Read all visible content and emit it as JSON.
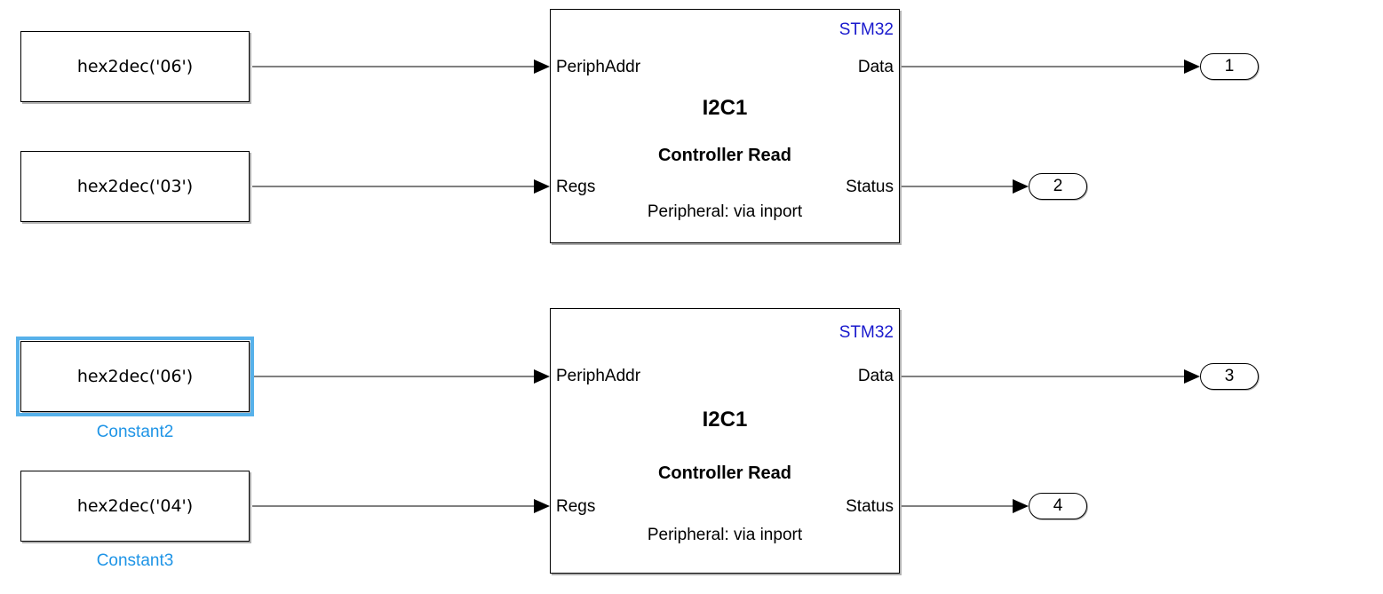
{
  "constants": [
    {
      "value": "hex2dec('06')",
      "name": "",
      "selected": false
    },
    {
      "value": "hex2dec('03')",
      "name": "",
      "selected": false
    },
    {
      "value": "hex2dec('06')",
      "name": "Constant2",
      "selected": true
    },
    {
      "value": "hex2dec('04')",
      "name": "Constant3",
      "selected": false
    }
  ],
  "i2c_blocks": [
    {
      "vendor": "STM32",
      "title": "I2C1",
      "mode": "Controller Read",
      "peripheral": "Peripheral: via inport",
      "in_ports": [
        "PeriphAddr",
        "Regs"
      ],
      "out_ports": [
        "Data",
        "Status"
      ]
    },
    {
      "vendor": "STM32",
      "title": "I2C1",
      "mode": "Controller Read",
      "peripheral": "Peripheral: via inport",
      "in_ports": [
        "PeriphAddr",
        "Regs"
      ],
      "out_ports": [
        "Data",
        "Status"
      ]
    }
  ],
  "outports": [
    "1",
    "2",
    "3",
    "4"
  ],
  "colors": {
    "selection": "#57b1ea",
    "block_name": "#1e94e6",
    "vendor": "#1a1acd"
  }
}
